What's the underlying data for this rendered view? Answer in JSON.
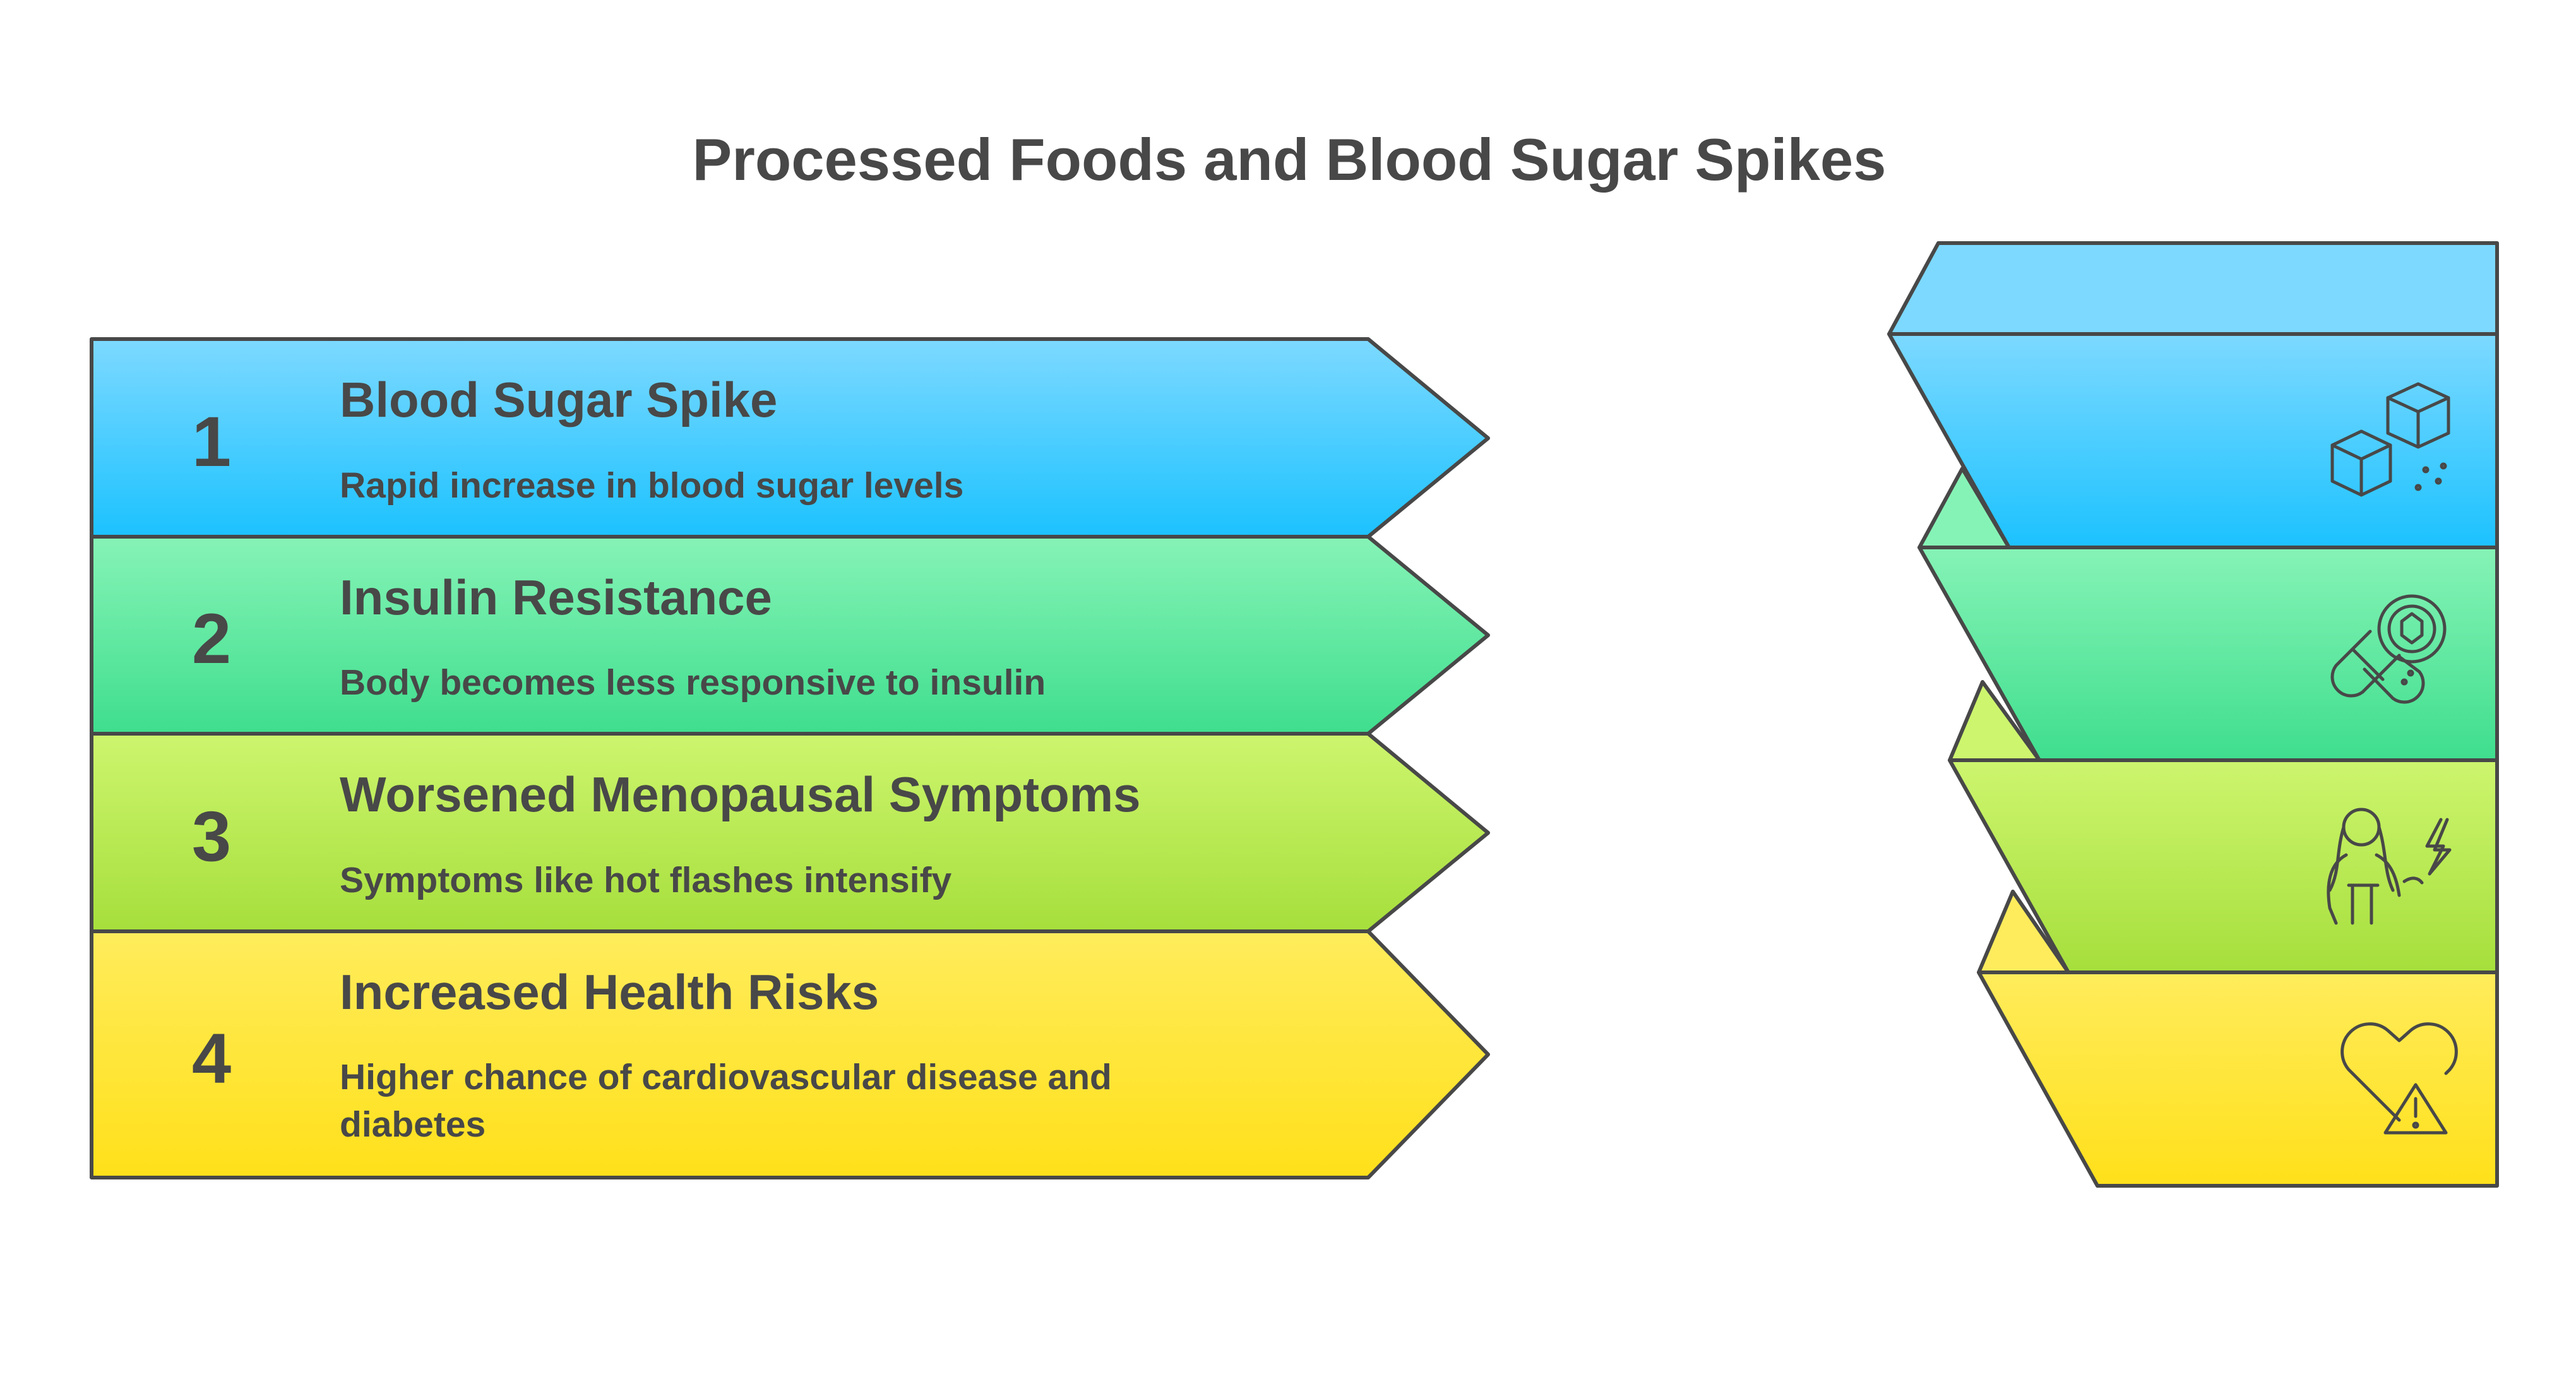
{
  "title": "Processed Foods and Blood Sugar Spikes",
  "steps": [
    {
      "number": "1",
      "heading": "Blood Sugar Spike",
      "description": [
        "Rapid increase in blood sugar levels"
      ],
      "icon": "sugar-cubes-icon",
      "color_top": "#7dd9ff",
      "color_bottom": "#1cc2ff",
      "color_light": "#7dd9ff"
    },
    {
      "number": "2",
      "heading": "Insulin Resistance",
      "description": [
        "Body becomes less responsive to insulin"
      ],
      "icon": "insulin-pill-icon",
      "color_top": "#86f3b6",
      "color_bottom": "#3fde8e",
      "color_light": "#86f3b6"
    },
    {
      "number": "3",
      "heading": "Worsened Menopausal Symptoms",
      "description": [
        "Symptoms like hot flashes intensify"
      ],
      "icon": "woman-lightning-icon",
      "color_top": "#cdf56e",
      "color_bottom": "#a6df3c",
      "color_light": "#cdf56e"
    },
    {
      "number": "4",
      "heading": "Increased Health Risks",
      "description": [
        "Higher chance of cardiovascular disease and",
        "diabetes"
      ],
      "icon": "heart-warning-icon",
      "color_top": "#ffec5c",
      "color_bottom": "#ffe01a",
      "color_light": "#ffec5c"
    }
  ]
}
